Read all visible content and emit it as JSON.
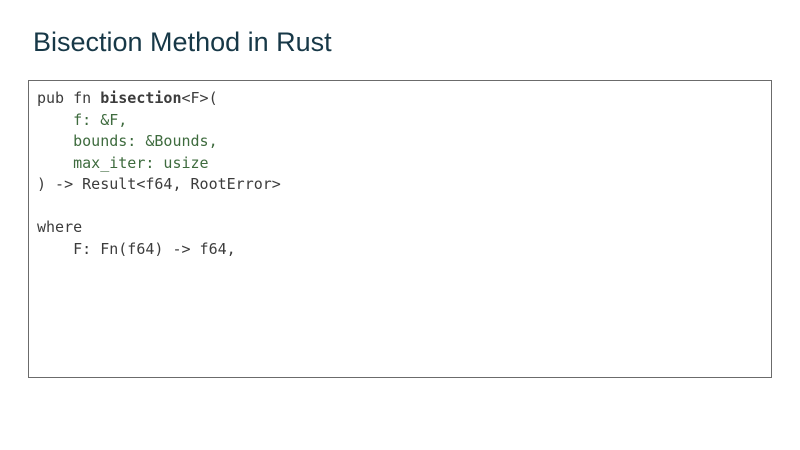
{
  "slide": {
    "title": "Bisection Method in Rust"
  },
  "colors": {
    "background": "#ffffff",
    "title": "#173847",
    "code_plain": "#3c3c3c",
    "code_green": "#3e6b3e",
    "box_border": "#6b6b6b"
  },
  "code_block": {
    "language": "rust",
    "lines": [
      {
        "segments": [
          {
            "text": "pub fn ",
            "color": "plain",
            "bold": false
          },
          {
            "text": "bisection",
            "color": "plain",
            "bold": true
          },
          {
            "text": "<F>(",
            "color": "plain",
            "bold": false
          }
        ]
      },
      {
        "segments": [
          {
            "text": "    f: &F,",
            "color": "green",
            "bold": false
          }
        ]
      },
      {
        "segments": [
          {
            "text": "    bounds: &Bounds,",
            "color": "green",
            "bold": false
          }
        ]
      },
      {
        "segments": [
          {
            "text": "    max_iter: usize",
            "color": "green",
            "bold": false
          }
        ]
      },
      {
        "segments": [
          {
            "text": ") -> Result<f64, RootError>",
            "color": "plain",
            "bold": false
          }
        ]
      },
      {
        "segments": [
          {
            "text": "",
            "color": "plain",
            "bold": false
          }
        ]
      },
      {
        "segments": [
          {
            "text": "where",
            "color": "plain",
            "bold": false
          }
        ]
      },
      {
        "segments": [
          {
            "text": "    F: Fn(f64) -> f64,",
            "color": "plain",
            "bold": false
          }
        ]
      }
    ]
  }
}
